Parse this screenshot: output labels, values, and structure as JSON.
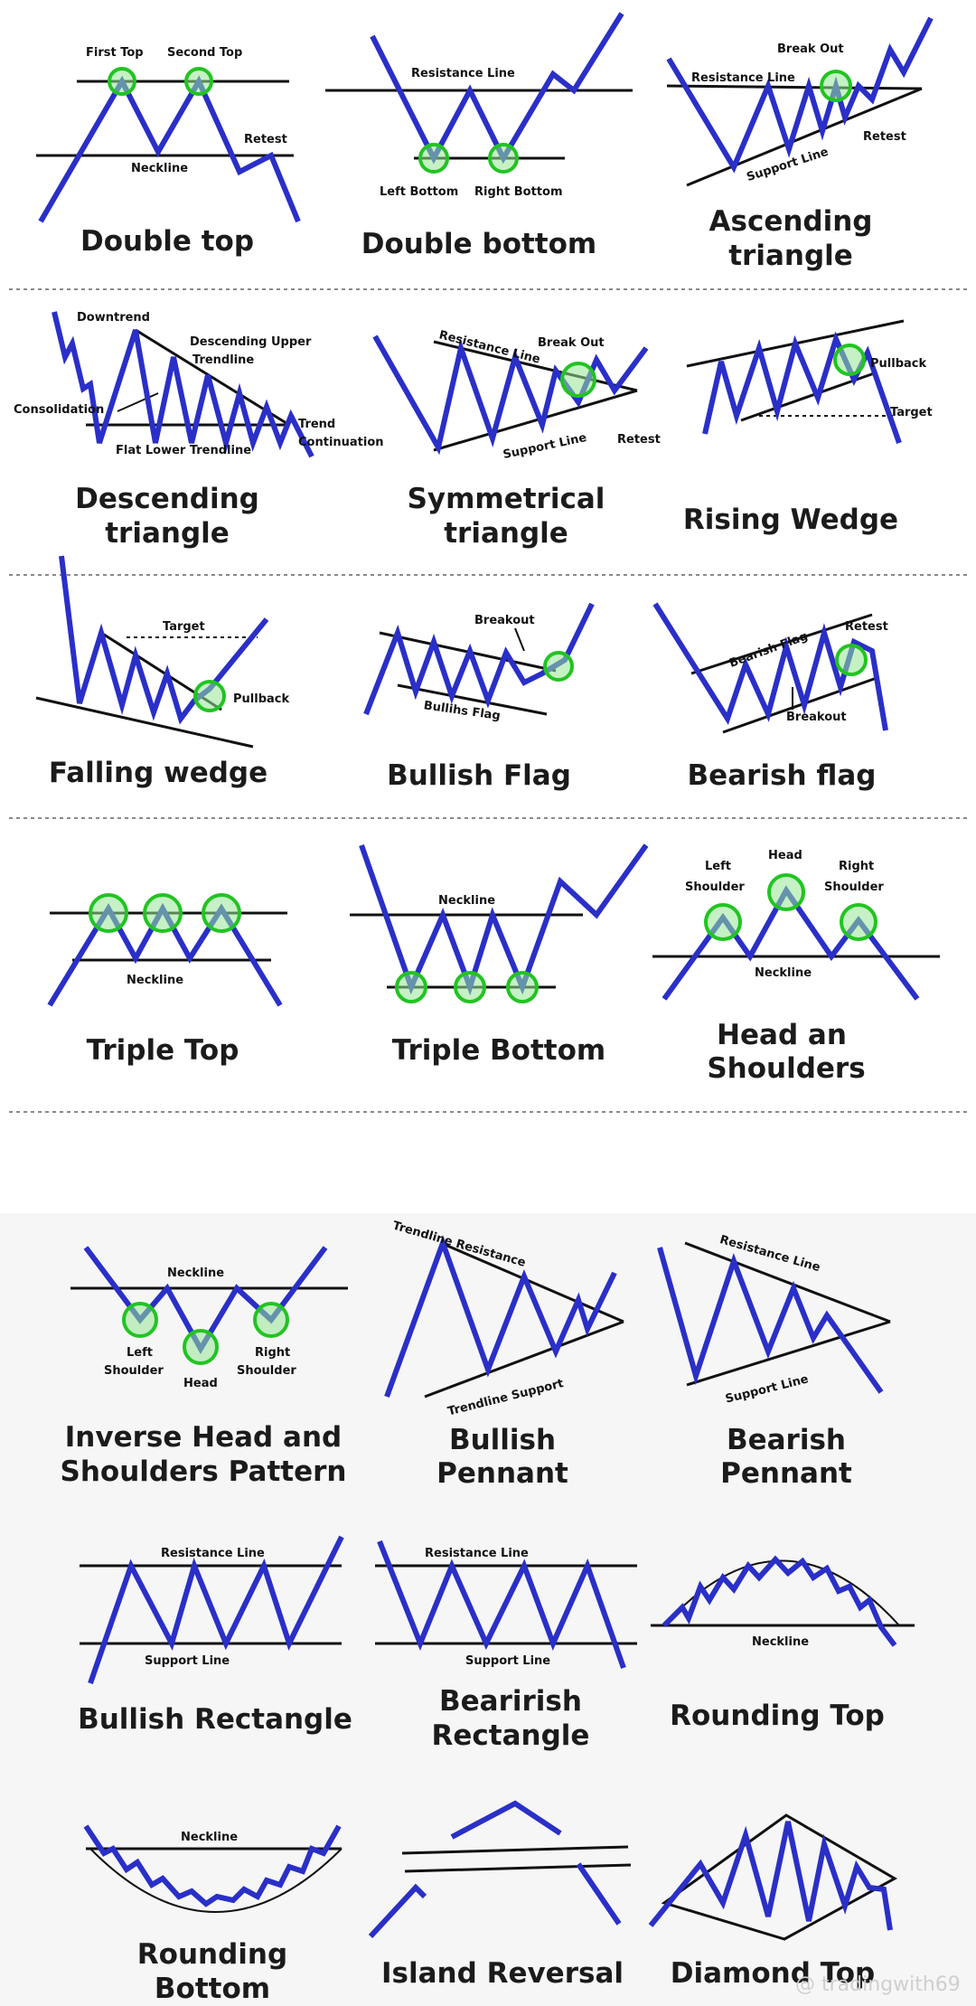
{
  "patterns": [
    {
      "title": [
        "Double top"
      ],
      "labels": [
        "First Top",
        "Second Top",
        "Retest",
        "Neckline"
      ]
    },
    {
      "title": [
        "Double bottom"
      ],
      "labels": [
        "Resistance Line",
        "Left Bottom",
        "Right Bottom"
      ]
    },
    {
      "title": [
        "Ascending",
        "triangle"
      ],
      "labels": [
        "Break Out",
        "Resistance Line",
        "Retest",
        "Support Line"
      ]
    },
    {
      "title": [
        "Descending",
        "triangle"
      ],
      "labels": [
        "Downtrend",
        "Descending Upper",
        "Trendline",
        "Consolidation",
        "Trend",
        "Continuation",
        "Flat Lower Trendline"
      ]
    },
    {
      "title": [
        "Symmetrical",
        "triangle"
      ],
      "labels": [
        "Resistance Line",
        "Break Out",
        "Retest",
        "Support Line"
      ]
    },
    {
      "title": [
        "Rising Wedge"
      ],
      "labels": [
        "Pullback",
        "Target"
      ]
    },
    {
      "title": [
        "Falling wedge"
      ],
      "labels": [
        "Target",
        "Pullback"
      ]
    },
    {
      "title": [
        "Bullish Flag"
      ],
      "labels": [
        "Breakout",
        "Bullihs Flag"
      ]
    },
    {
      "title": [
        "Bearish flag"
      ],
      "labels": [
        "Bearish Flag",
        "Retest",
        "Breakout"
      ]
    },
    {
      "title": [
        "Triple Top"
      ],
      "labels": [
        "Neckline"
      ]
    },
    {
      "title": [
        "Triple Bottom"
      ],
      "labels": [
        "Neckline"
      ]
    },
    {
      "title": [
        "Head an",
        "Shoulders"
      ],
      "labels": [
        "Head",
        "Left",
        "Shoulder",
        "Right",
        "Shoulder",
        "Neckline"
      ]
    },
    {
      "title": [
        "Inverse Head and",
        "Shoulders Pattern"
      ],
      "labels": [
        "Neckline",
        "Left",
        "Shoulder",
        "Head",
        "Right",
        "Shoulder"
      ]
    },
    {
      "title": [
        "Bullish",
        "Pennant"
      ],
      "labels": [
        "Trendline Resistance",
        "Trendline Support"
      ]
    },
    {
      "title": [
        "Bearish",
        "Pennant"
      ],
      "labels": [
        "Resistance Line",
        "Support Line"
      ]
    },
    {
      "title": [
        "Bullish Rectangle"
      ],
      "labels": [
        "Resistance Line",
        "Support Line"
      ]
    },
    {
      "title": [
        "Bearirish",
        "Rectangle"
      ],
      "labels": [
        "Resistance Line",
        "Support Line"
      ]
    },
    {
      "title": [
        "Rounding Top"
      ],
      "labels": [
        "Neckline"
      ]
    },
    {
      "title": [
        "Rounding",
        "Bottom"
      ],
      "labels": [
        "Neckline"
      ]
    },
    {
      "title": [
        "Island Reversal"
      ],
      "labels": []
    },
    {
      "title": [
        "Diamond Top"
      ],
      "labels": []
    }
  ],
  "watermark": "@ tradingwith69",
  "colors": {
    "price_line": "#2a2fc8",
    "highlight": "#21c421",
    "trend_line": "#111111"
  }
}
